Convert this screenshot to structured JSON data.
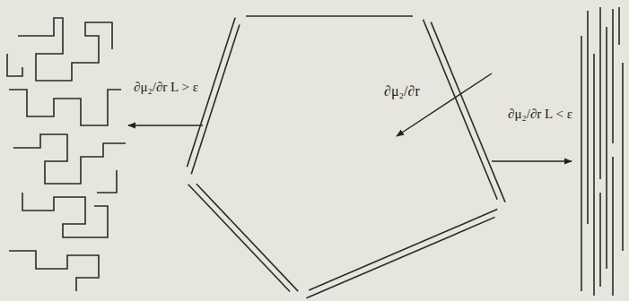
{
  "diagram": {
    "nodes": [
      {
        "text": [
          "∂μ₂/∂r"
        ]
      }
    ],
    "labels": [
      "∂μ₂/∂r L > ε",
      "∂μ₂/∂r L < ε"
    ]
  }
}
